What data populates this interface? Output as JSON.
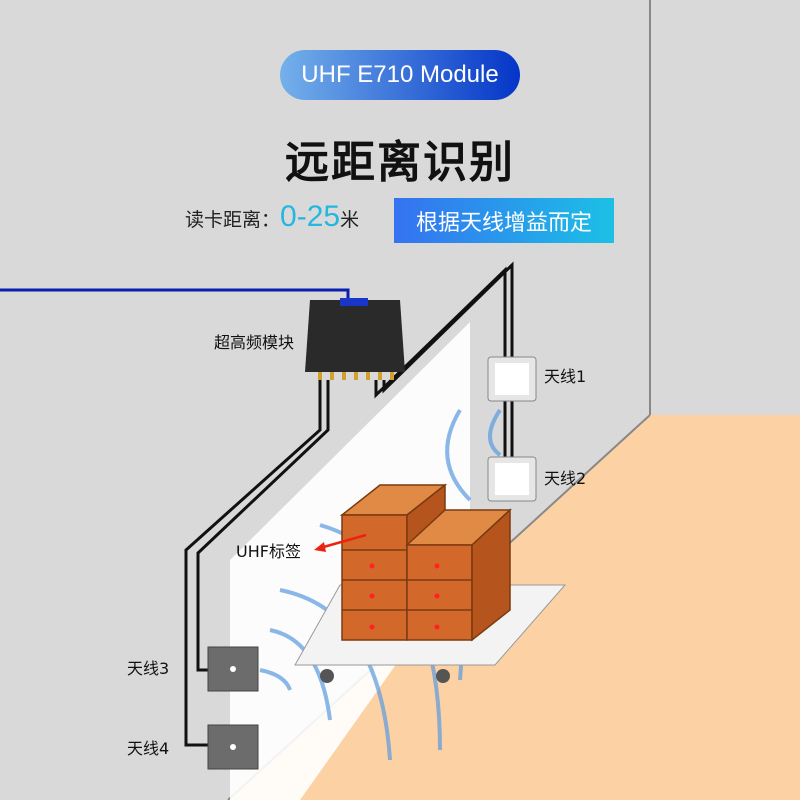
{
  "header": {
    "module_badge": "UHF E710 Module",
    "title": "远距离识别"
  },
  "distance": {
    "label": "读卡距离：",
    "value": "0-25",
    "unit": "米"
  },
  "gain_note": "根据天线增益而定",
  "diagram": {
    "module_label": "超高频模块",
    "tag_label": "UHF标签",
    "antennas": [
      "天线1",
      "天线2",
      "天线3",
      "天线4"
    ]
  },
  "colors": {
    "wall": "#d9d9d9",
    "floor": "#fcd2a4",
    "cable": "#0a1fb0",
    "box": "#d2692a",
    "wave": "#5a9be0"
  }
}
